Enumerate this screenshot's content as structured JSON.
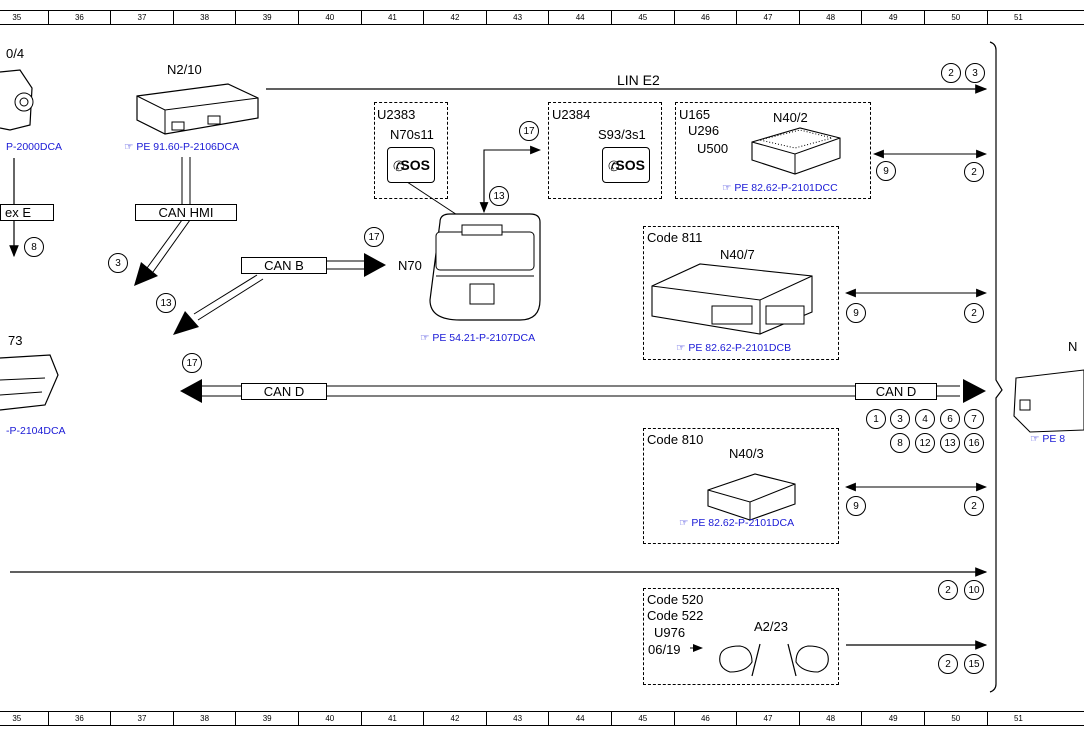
{
  "ruler": [
    "35",
    "36",
    "37",
    "38",
    "39",
    "40",
    "41",
    "42",
    "43",
    "44",
    "45",
    "46",
    "47",
    "48",
    "49",
    "50",
    "51"
  ],
  "buses": {
    "lin_e2": "LIN E2",
    "can_hmi": "CAN HMI",
    "can_b": "CAN B",
    "can_d_left": "CAN D",
    "can_d_right": "CAN D",
    "ex_e": "ex E"
  },
  "components": {
    "partial_top_left": "0/4",
    "partial_top_left_ref": "P-2000DCA",
    "partial_mid_left": "73",
    "partial_mid_left_ref": "-P-2104DCA",
    "n2_10": "N2/10",
    "n2_10_ref": "PE 91.60-P-2106DCA",
    "u2383": "U2383",
    "n70s11": "N70s11",
    "u2384": "U2384",
    "s93": "S93/3s1",
    "u165": "U165",
    "u296": "U296",
    "u500": "U500",
    "n40_2": "N40/2",
    "n40_2_ref": "PE 82.62-P-2101DCC",
    "n70": "N70",
    "n70_ref": "PE 54.21-P-2107DCA",
    "code811": "Code 811",
    "n40_7": "N40/7",
    "n40_7_ref": "PE 82.62-P-2101DCB",
    "code810": "Code 810",
    "n40_3": "N40/3",
    "n40_3_ref": "PE 82.62-P-2101DCA",
    "code520": "Code 520",
    "code522": "Code 522",
    "u976": "U976",
    "date": "06/19",
    "a2_23": "A2/23",
    "partial_right": "N",
    "partial_right_ref": "PE 8"
  },
  "sos_text": "SOS",
  "circles": {
    "c8": "8",
    "c3": "3",
    "c13a": "13",
    "c17a": "17",
    "c17b": "17",
    "c17c": "17",
    "c13b": "13",
    "lin2": "2",
    "lin3": "3",
    "n402_9": "9",
    "n402_2": "2",
    "n407_9": "9",
    "n407_2": "2",
    "d1": "1",
    "d3": "3",
    "d4": "4",
    "d6": "6",
    "d7": "7",
    "d8": "8",
    "d12": "12",
    "d13": "13",
    "d16": "16",
    "n403_9": "9",
    "n403_2": "2",
    "l2": "2",
    "l10": "10",
    "m2": "2",
    "m15": "15"
  },
  "colors": {
    "reference_link": "#1a1ad6",
    "line": "#000000"
  }
}
